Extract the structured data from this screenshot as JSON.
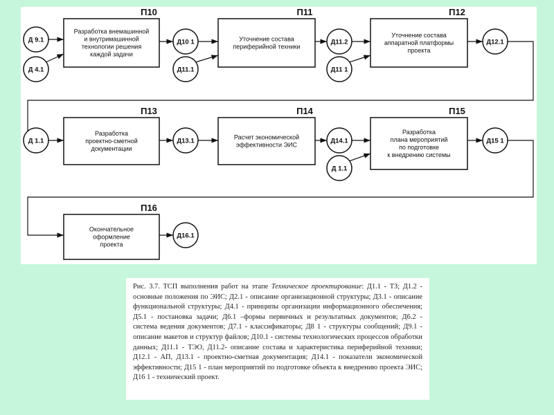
{
  "processes": [
    {
      "id": "П10",
      "lines": [
        "Разработка внемашинной",
        "и внутримашинной",
        "технологии решения",
        "каждой задачи"
      ]
    },
    {
      "id": "П11",
      "lines": [
        "Уточнение состава",
        "периферийной техники"
      ]
    },
    {
      "id": "П12",
      "lines": [
        "Уточнение состава",
        "аппаратной платформы",
        "проекта"
      ]
    },
    {
      "id": "П13",
      "lines": [
        "Разработка",
        "проектно-сметной",
        "документации"
      ]
    },
    {
      "id": "П14",
      "lines": [
        "Расчет экономической",
        "эффективности ЭИС"
      ]
    },
    {
      "id": "П15",
      "lines": [
        "Разработка",
        "плана мероприятий",
        "по подготовке",
        "к внедрению системы"
      ]
    },
    {
      "id": "П16",
      "lines": [
        "Окончательное",
        "оформление",
        "проекта"
      ]
    }
  ],
  "documents": [
    "Д 9.1",
    "Д 4.1",
    "Д10 1",
    "Д11.1",
    "Д11.2",
    "Д11 1",
    "Д12.1",
    "Д 1.1",
    "Д13.1",
    "Д14.1",
    "Д 1.1",
    "Д15 1",
    "Д16.1"
  ],
  "caption": {
    "prefix": "Рис. 3.7. ТСП выполнения работ на этапе ",
    "italic": "Техническое проектирование",
    "body": ": Д1.1 - ТЗ; Д1.2 - основные положения по ЭИС; Д2.1 - описание организационной структуры; Д3.1 - описание функциональной структуры; Д4.1 - принципы организации информационного обеспечения; Д5.1 - постановка задачи; Д6.1 –формы первичных и результатных документов; Д6.2 - система ведения документов; Д7.1 - классификаторы; Д8 1 - структуры сообщений; Д9.1 - описание макетов и структур файлов; Д10.1 - системы технологических процессов обработки данных; Д11.1 - ТЭО, Д11.2- описание состава и характеристика периферийной техники; Д12.1 - АП, Д13.1 - проектно-сметная документация; Д14.1 - показатели экономической эффективности; Д15 1 - план мероприятий по подготовке объекта к внедрению проекта ЭИС; Д16 1 - технический проект."
  }
}
